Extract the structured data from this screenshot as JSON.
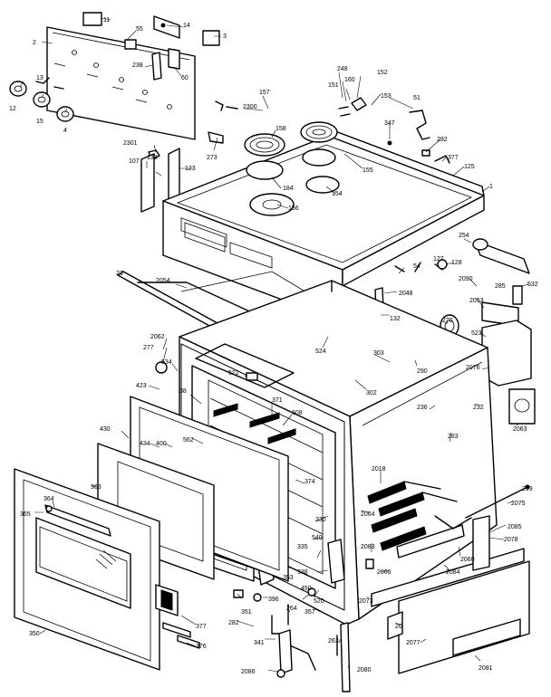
{
  "labels": {
    "l_11": "11",
    "l_2": "2",
    "l_55": "55",
    "l_14": "14",
    "l_3": "3",
    "l_238": "238",
    "l_60": "60",
    "l_12": "12",
    "l_13": "13",
    "l_15": "15",
    "l_4": "4",
    "l_2300": "2300",
    "l_157": "157",
    "l_158": "158",
    "l_248": "248",
    "l_160": "160",
    "l_152": "152",
    "l_151": "151",
    "l_153": "153",
    "l_51": "51",
    "l_347": "347",
    "l_292": "292",
    "l_377": "377",
    "l_125": "125",
    "l_1": "1",
    "l_155": "155",
    "l_154": "154",
    "l_156": "156",
    "l_184": "184",
    "l_2301": "2301",
    "l_273": "273",
    "l_123": "123",
    "l_133": "133",
    "l_107": "107",
    "l_254": "254",
    "l_54": "54",
    "l_127": "127",
    "l_128": "128",
    "l_2048": "2048",
    "l_2090": "2090",
    "l_285": "285",
    "l_532": "532",
    "l_2053": "2053",
    "l_27": "27",
    "l_2054": "2054",
    "l_132": "132",
    "l_276": "276",
    "l_523": "523",
    "l_2076": "2076",
    "l_2062": "2062",
    "l_277": "277",
    "l_524": "524",
    "l_303": "303",
    "l_290": "290",
    "l_534": "534",
    "l_522": "522",
    "l_302": "302",
    "l_423": "423",
    "l_38": "38",
    "l_371": "371",
    "l_608": "608",
    "l_232": "232",
    "l_2063": "2063",
    "l_562": "562",
    "l_430": "430",
    "l_434": "434",
    "l_400": "400",
    "l_374": "374",
    "l_236": "236",
    "l_283": "283",
    "l_363": "363",
    "l_2018": "2018",
    "l_299": "299",
    "l_364": "364",
    "l_365": "365",
    "l_2064": "2064",
    "l_2075": "2075",
    "l_2085": "2085",
    "l_2078": "2078",
    "l_330": "330",
    "l_540": "540",
    "l_2083": "2083",
    "l_2060": "2060",
    "l_2066": "2066",
    "l_2084": "2084",
    "l_2073": "2073",
    "l_335": "335",
    "l_338": "338",
    "l_520": "520",
    "l_450": "450",
    "l_396": "396",
    "l_351": "351",
    "l_353": "353",
    "l_357": "357",
    "l_264": "264",
    "l_2077": "2077",
    "l_26": "26",
    "l_2081": "2081",
    "l_350": "350",
    "l_377b": "377",
    "l_376": "376",
    "l_282": "282",
    "l_341": "341",
    "l_263": "263",
    "l_2080": "2080",
    "l_2086": "2086"
  }
}
